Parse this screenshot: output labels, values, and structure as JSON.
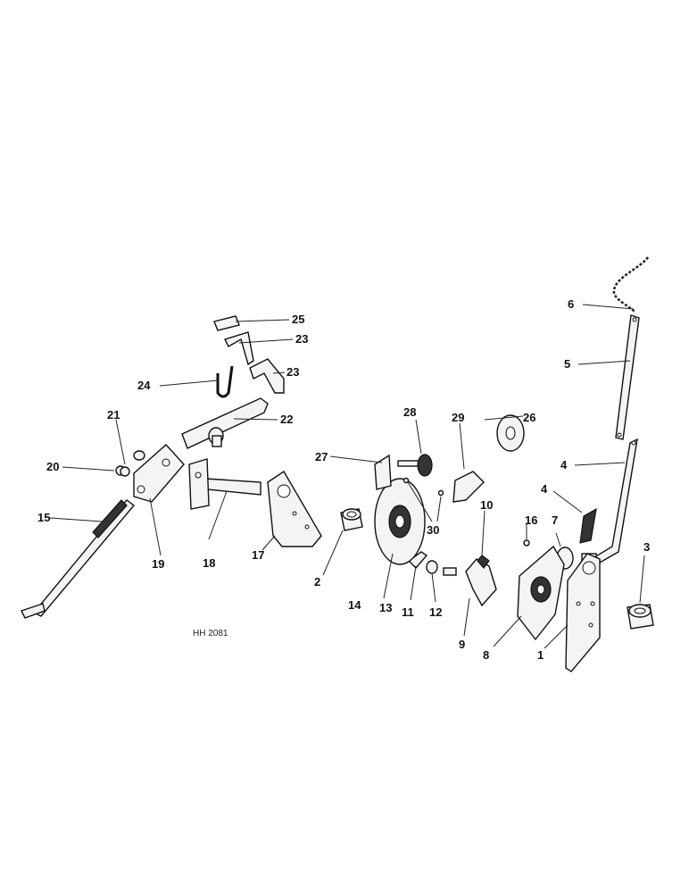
{
  "figure_ref": "HH 2081",
  "callouts": [
    "1",
    "2",
    "3",
    "4",
    "4",
    "5",
    "6",
    "7",
    "8",
    "9",
    "10",
    "11",
    "12",
    "13",
    "14",
    "15",
    "16",
    "17",
    "18",
    "19",
    "20",
    "21",
    "22",
    "23",
    "23",
    "24",
    "25",
    "26",
    "27",
    "28",
    "29",
    "30"
  ]
}
